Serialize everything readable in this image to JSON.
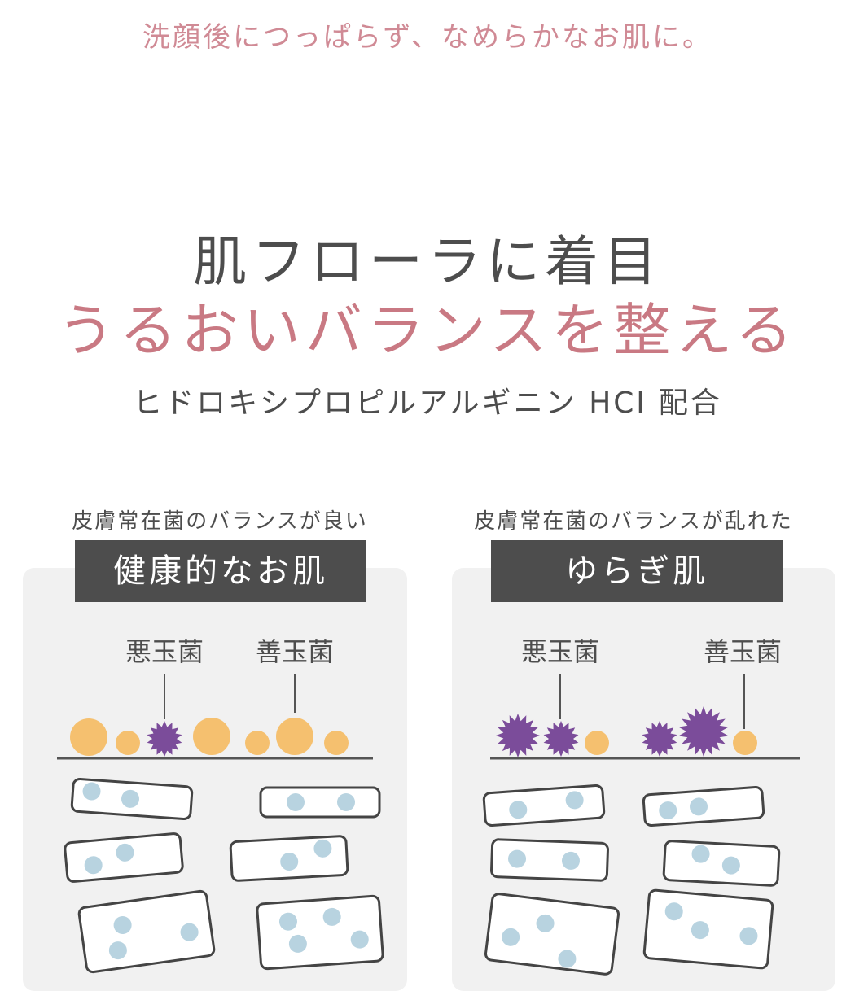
{
  "tagline": "洗顔後につっぱらず、なめらかなお肌に。",
  "headline": {
    "line1": "肌フローラに着目",
    "line2": "うるおいバランスを整える",
    "line3": "ヒドロキシプロピルアルギニン HCl 配合"
  },
  "panels": [
    {
      "caption": "皮膚常在菌のバランスが良い",
      "title": "健康的なお肌",
      "label_bad": "悪玉菌",
      "label_good": "善玉菌"
    },
    {
      "caption": "皮膚常在菌のバランスが乱れた",
      "title": "ゆらぎ肌",
      "label_bad": "悪玉菌",
      "label_good": "善玉菌"
    }
  ],
  "colors": {
    "good_bacteria": "#f5c06f",
    "bad_bacteria": "#7b4c9a",
    "skin_cell_dot": "#b8d3e0",
    "skin_cell_outline": "#444444",
    "tagline": "#d08a95",
    "headline_accent": "#c97983",
    "title_bg": "#4d4d4d",
    "panel_bg": "#f1f1f1"
  }
}
